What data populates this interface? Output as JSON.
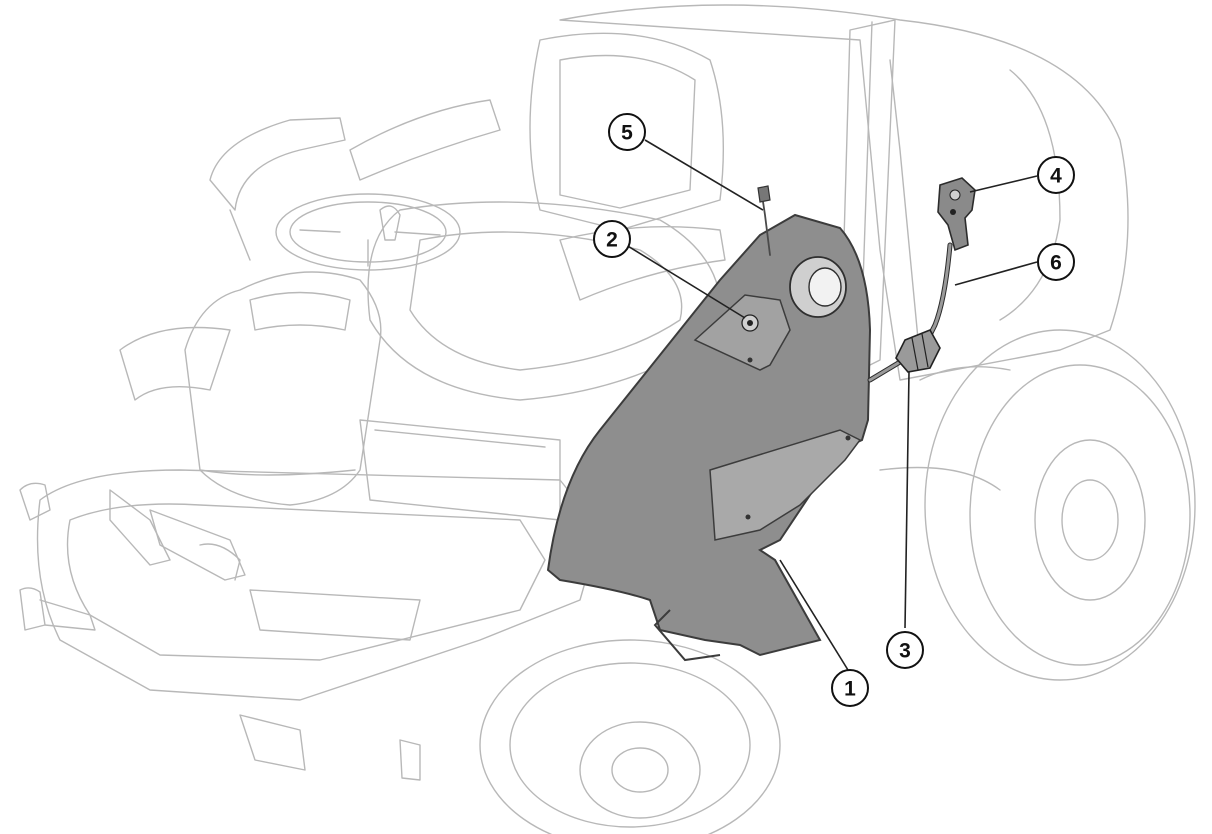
{
  "callouts": [
    {
      "id": "1",
      "label": "1"
    },
    {
      "id": "2",
      "label": "2"
    },
    {
      "id": "3",
      "label": "3"
    },
    {
      "id": "4",
      "label": "4"
    },
    {
      "id": "5",
      "label": "5"
    },
    {
      "id": "6",
      "label": "6"
    }
  ],
  "colors": {
    "outline": "#b8b8b8",
    "tank_fill": "#8e8e8e",
    "callout_stroke": "#111111"
  }
}
